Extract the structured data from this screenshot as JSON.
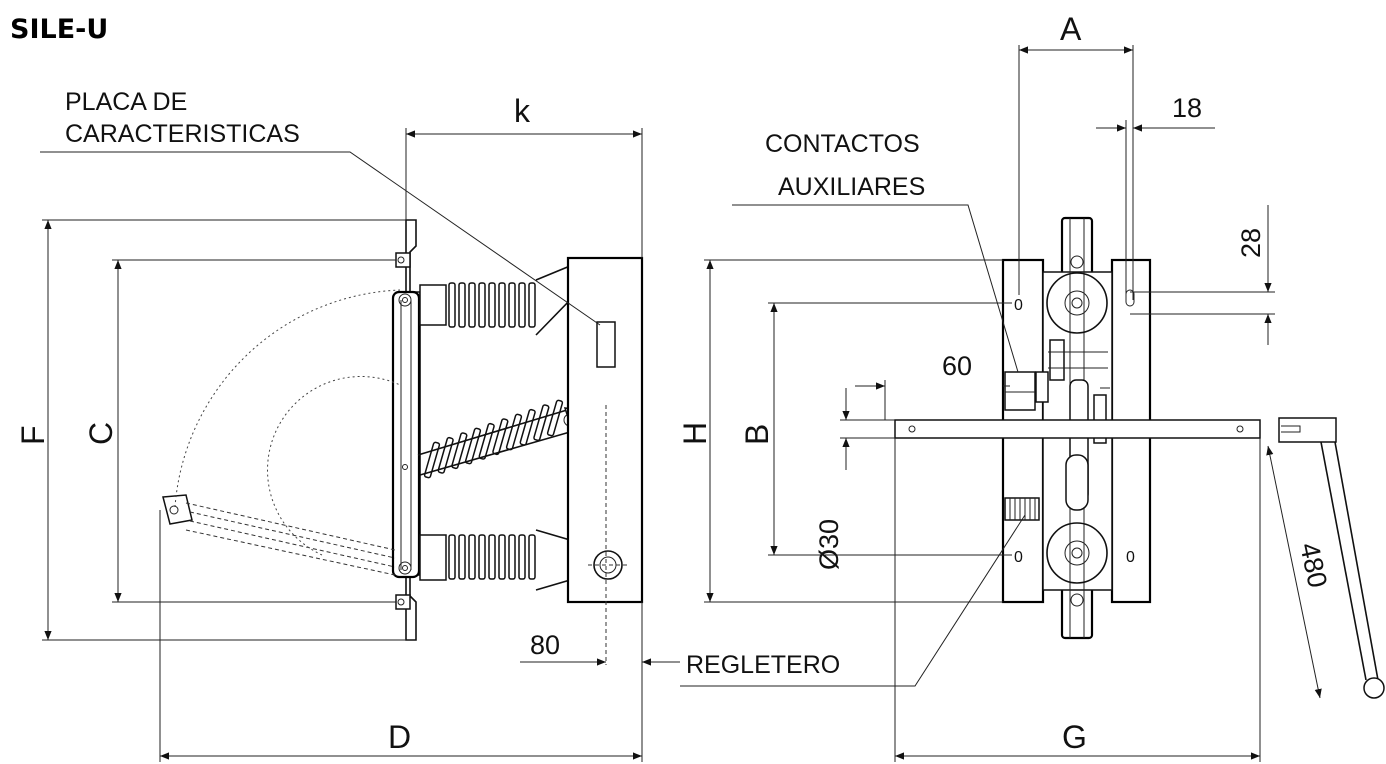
{
  "title": "SILE-U",
  "labels": {
    "placa_line1": "PLACA DE",
    "placa_line2": "CARACTERISTICAS",
    "contactos_line1": "CONTACTOS",
    "contactos_line2": "AUXILIARES",
    "regletero": "REGLETERO"
  },
  "dimensions": {
    "k": "k",
    "A": "A",
    "d18": "18",
    "d28": "28",
    "F": "F",
    "C": "C",
    "H": "H",
    "B": "B",
    "d60": "60",
    "d30": "Ø30",
    "d80": "80",
    "D": "D",
    "G": "G",
    "d480": "480"
  }
}
